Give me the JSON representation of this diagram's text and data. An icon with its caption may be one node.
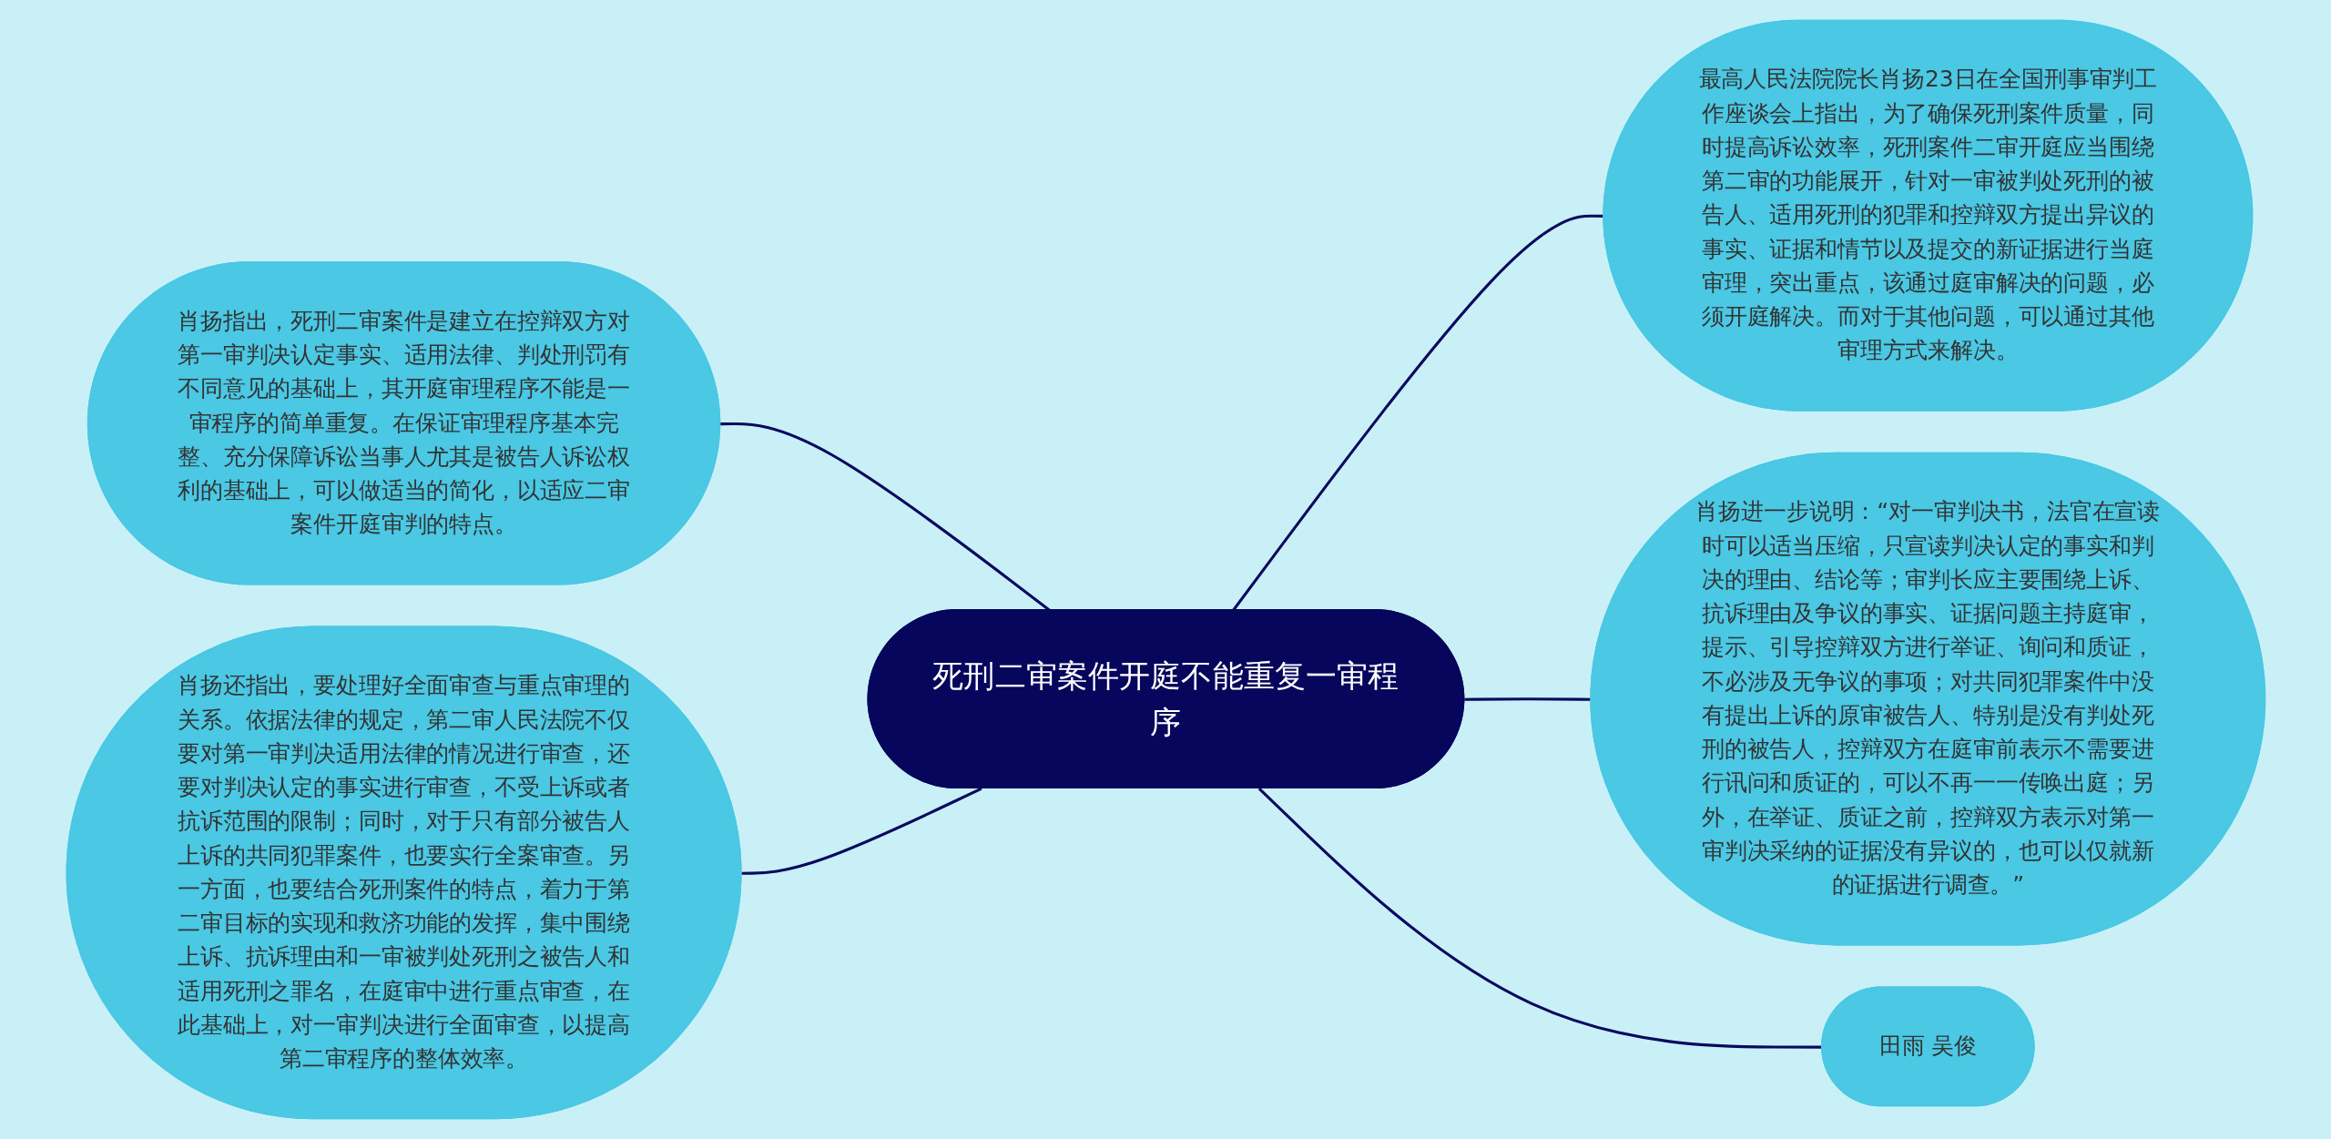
{
  "diagram": {
    "nodes": [
      {
        "text": [
          "死刑二审案件开庭不能重复一审程序"
        ]
      },
      {
        "text": [
          "肖扬指出，死刑二审案件是建立在控辩双方对第一审判决认定事实、适用法律、判处刑罚有不同意见的基础上，其开庭审理程序不能是一审程序的简单重复。在保证审理程序基本完整、充分保障诉讼当事人尤其是被告人诉讼权利的基础上，可以做适当的简化，以适应二审案件开庭审判的特点。"
        ]
      },
      {
        "text": [
          "肖扬还指出，要处理好全面审查与重点审理的关系。依据法律的规定，第二审人民法院不仅要对第一审判决适用法律的情况进行审查，还要对判决认定的事实进行审查，不受上诉或者抗诉范围的限制；同时，对于只有部分被告人上诉的共同犯罪案件，也要实行全案审查。另一方面，也要结合死刑案件的特点，着力于第二审目标的实现和救济功能的发挥，集中围绕上诉、抗诉理由和一审被判处死刑之被告人和适用死刑之罪名，在庭审中进行重点审查，在此基础上，对一审判决进行全面审查，以提高第二审程序的整体效率。"
        ]
      },
      {
        "text": [
          "最高人民法院院长肖扬23日在全国刑事审判工作座谈会上指出，为了确保死刑案件质量，同时提高诉讼效率，死刑案件二审开庭应当围绕第二审的功能展开，针对一审被判处死刑的被告人、适用死刑的犯罪和控辩双方提出异议的事实、证据和情节以及提交的新证据进行当庭审理，突出重点，该通过庭审解决的问题，必须开庭解决。而对于其他问题，可以通过其他审理方式来解决。"
        ]
      },
      {
        "text": [
          "肖扬进一步说明：“对一审判决书，法官在宣读时可以适当压缩，只宣读判决认定的事实和判决的理由、结论等；审判长应主要围绕上诉、抗诉理由及争议的事实、证据问题主持庭审，提示、引导控辩双方进行举证、询问和质证，不必涉及无争议的事项；对共同犯罪案件中没有提出上诉的原审被告人、特别是没有判处死刑的被告人，控辩双方在庭审前表示不需要进行讯问和质证的，可以不再一一传唤出庭；另外，在举证、质证之前，控辩双方表示对第一审判决采纳的证据没有异议的，也可以仅就新的证据进行调查。”"
        ]
      },
      {
        "text": [
          "田雨 吴俊"
        ]
      }
    ],
    "edges": [
      {
        "from": 0,
        "to": 1,
        "arrow": "none"
      },
      {
        "from": 0,
        "to": 2,
        "arrow": "none"
      },
      {
        "from": 0,
        "to": 3,
        "arrow": "none"
      },
      {
        "from": 0,
        "to": 4,
        "arrow": "none"
      },
      {
        "from": 0,
        "to": 5,
        "arrow": "none"
      }
    ]
  }
}
